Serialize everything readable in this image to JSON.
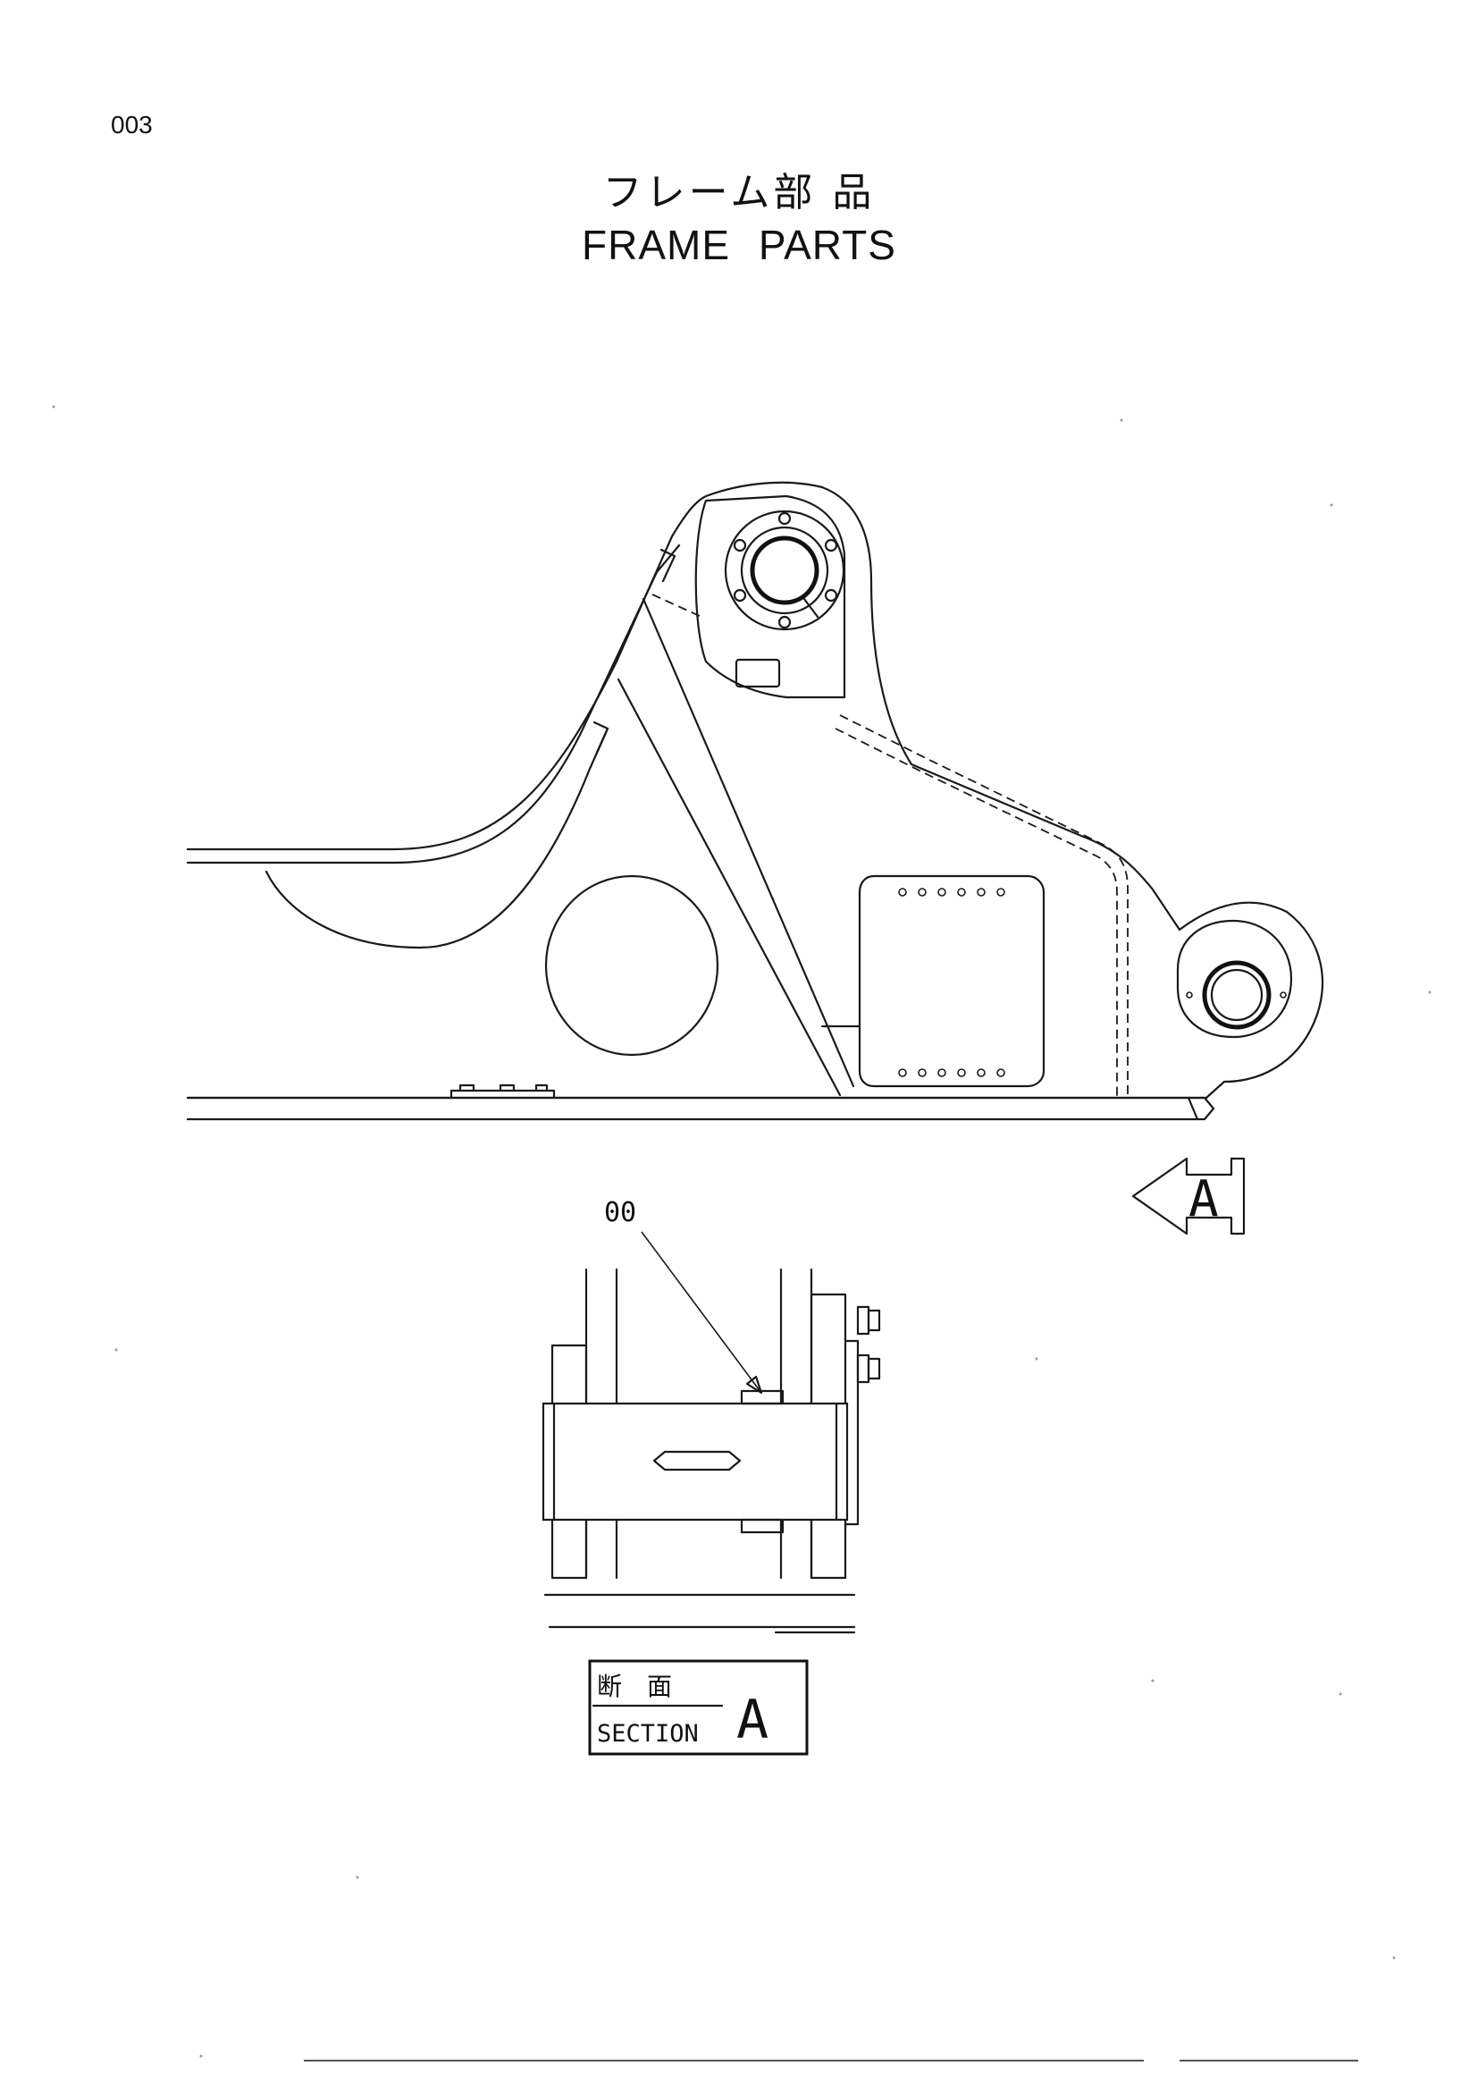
{
  "page": {
    "number": "003",
    "title_jp": "フレーム部 品",
    "title_en": "FRAME  PARTS"
  },
  "diagram": {
    "callout": "00",
    "view_arrow_label": "A",
    "section_label": {
      "jp": "断　面",
      "en": "SECTION",
      "letter": "A"
    }
  }
}
